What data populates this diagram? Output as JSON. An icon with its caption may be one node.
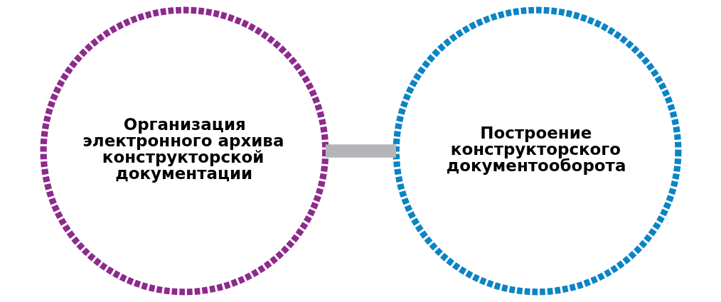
{
  "diagram": {
    "nodes": [
      {
        "text": [
          "Организация электронного архива конструкторской документации"
        ]
      },
      {
        "text": [
          "Построение конструкторского документооборота"
        ]
      }
    ],
    "edges": [
      {
        "from": 0,
        "to": 1,
        "arrow": "none",
        "color": "#b5b5b8"
      }
    ]
  }
}
